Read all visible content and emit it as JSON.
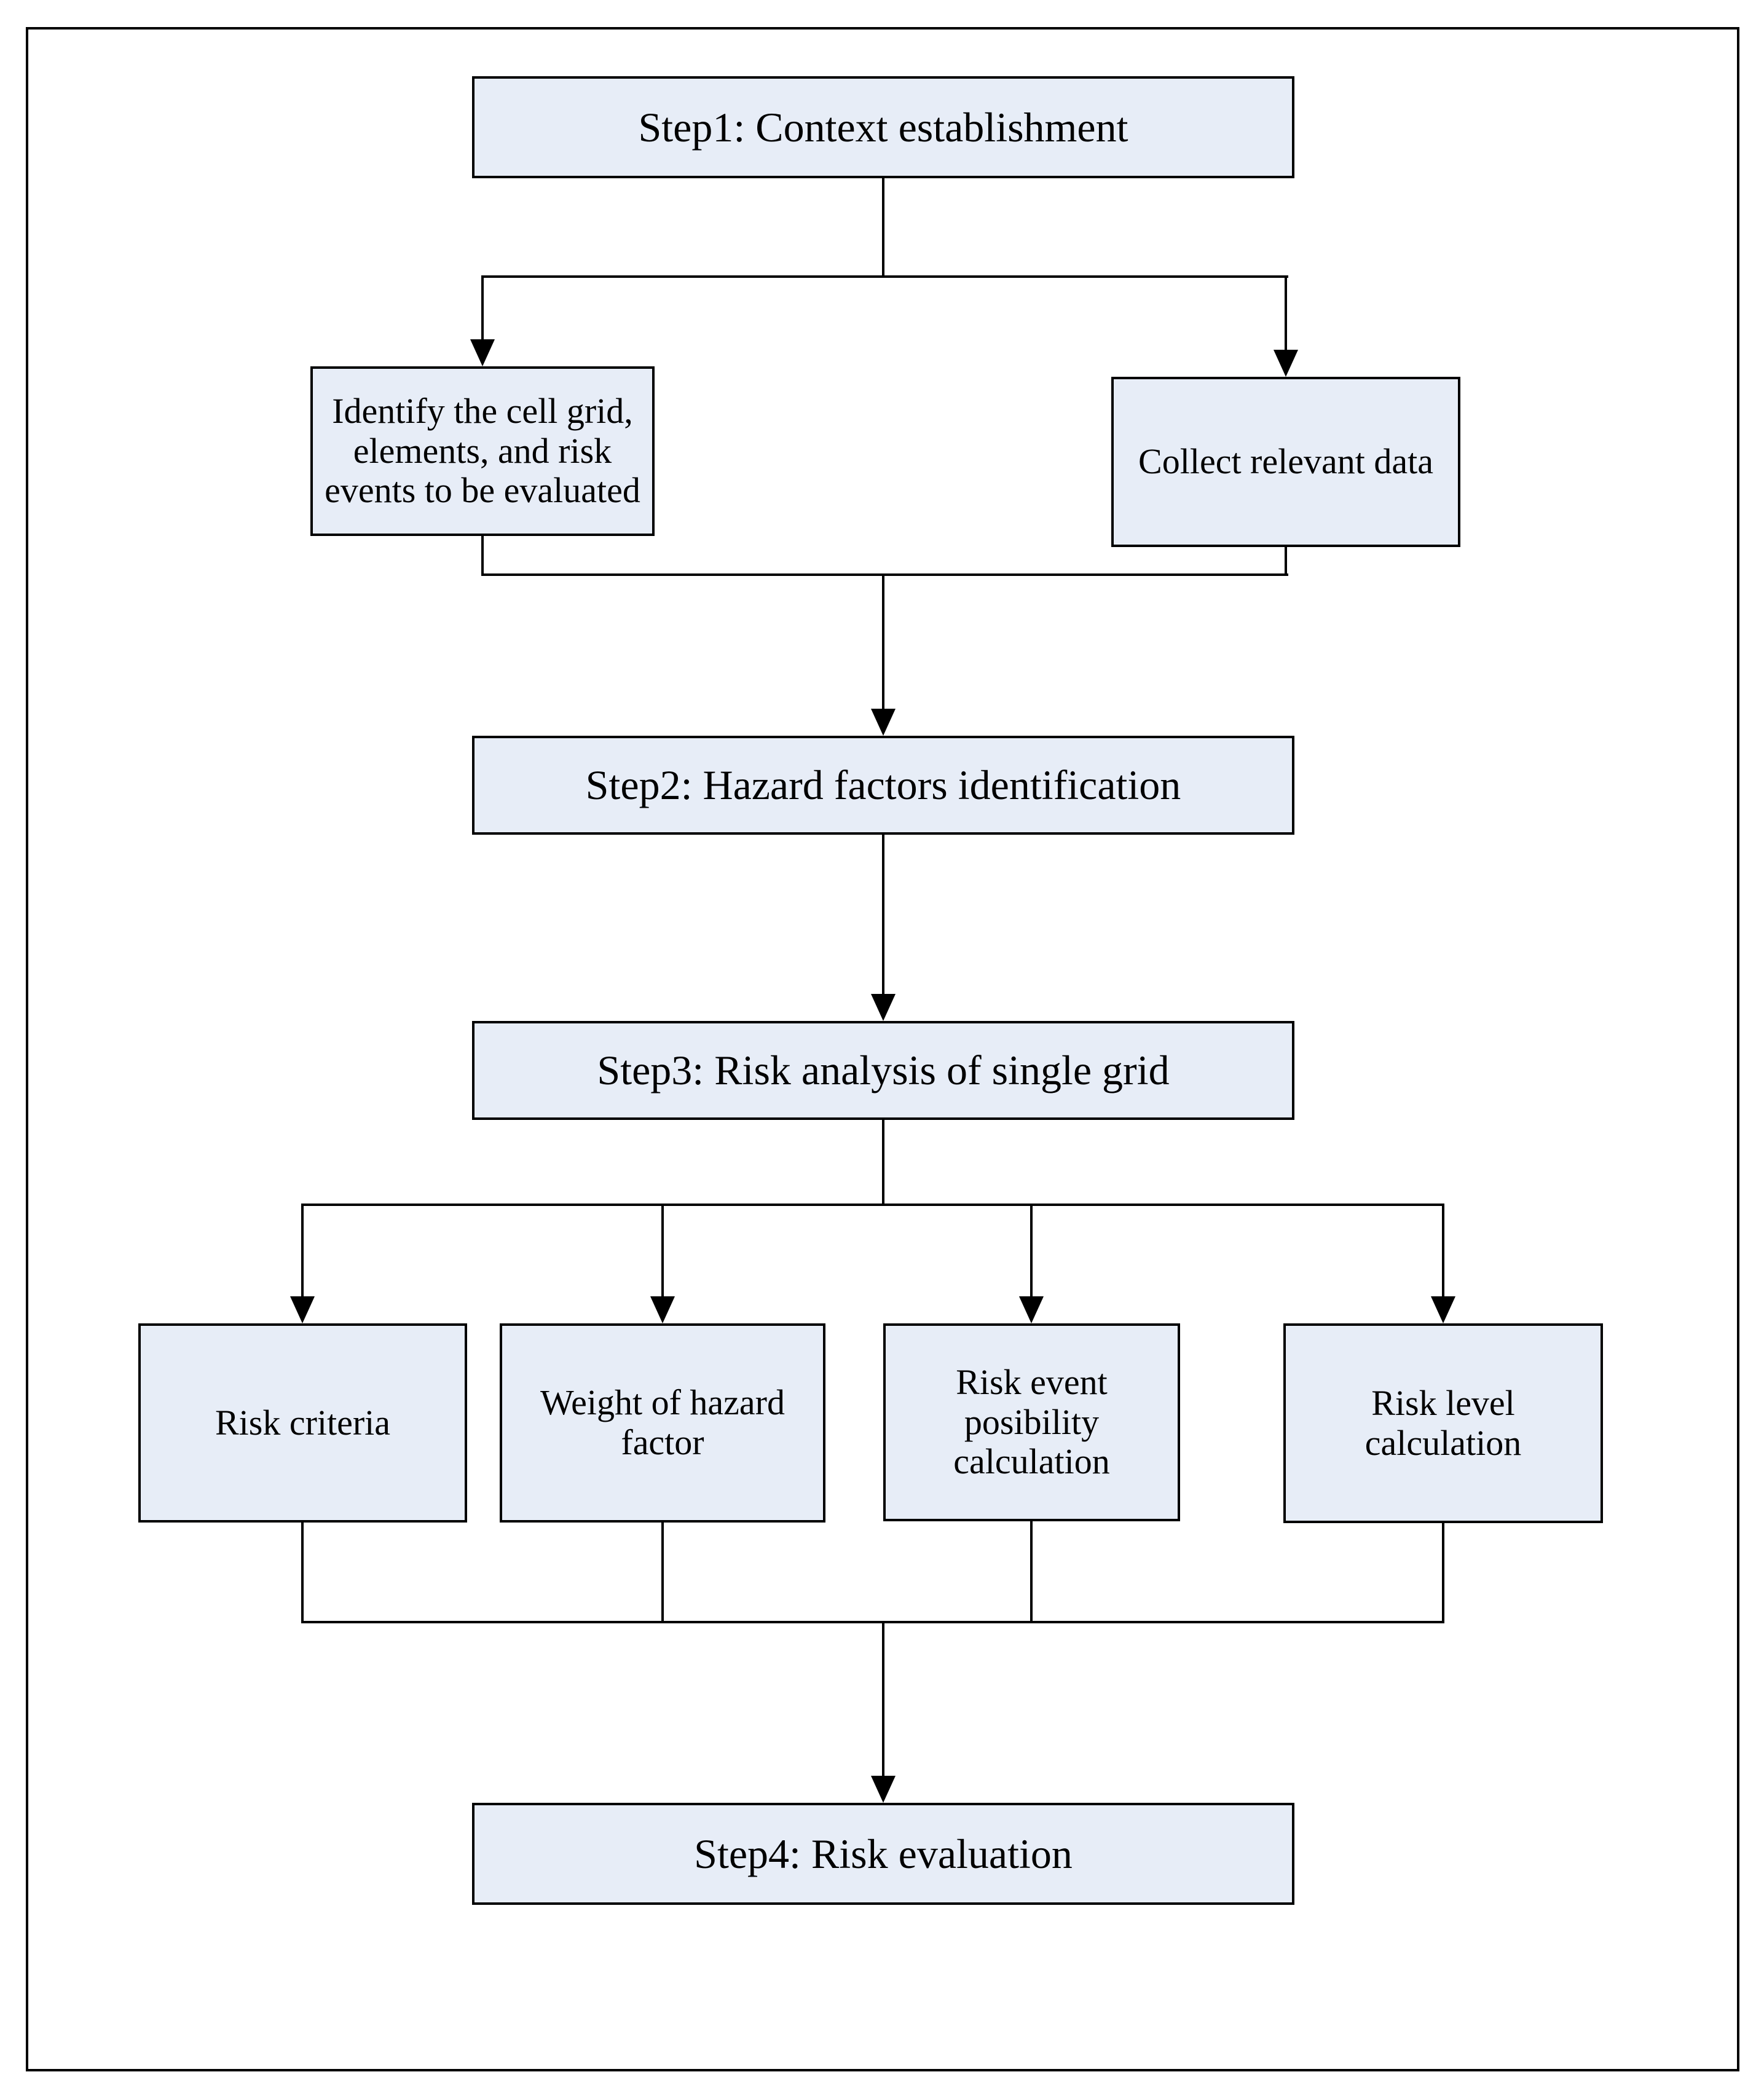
{
  "diagram": {
    "kind": "flowchart",
    "colors": {
      "box_fill": "#e7edf7",
      "box_border": "#000000",
      "connector": "#000000",
      "text": "#000000",
      "page_background": "#ffffff"
    },
    "nodes": {
      "step1": {
        "label": "Step1: Context establishment"
      },
      "identify": {
        "label": "Identify the cell grid, elements, and risk events to be evaluated"
      },
      "collect": {
        "label": "Collect relevant data"
      },
      "step2": {
        "label": "Step2: Hazard factors identification"
      },
      "step3": {
        "label": "Step3: Risk analysis of single grid"
      },
      "criteria": {
        "label": "Risk criteria"
      },
      "weight": {
        "label": "Weight of hazard factor"
      },
      "posibility": {
        "label": "Risk event posibility calculation"
      },
      "level": {
        "label": "Risk level calculation"
      },
      "step4": {
        "label": "Step4: Risk evaluation"
      }
    },
    "edges": [
      {
        "from": "step1",
        "to": "identify"
      },
      {
        "from": "step1",
        "to": "collect"
      },
      {
        "from": "identify",
        "to": "step2"
      },
      {
        "from": "collect",
        "to": "step2"
      },
      {
        "from": "step2",
        "to": "step3"
      },
      {
        "from": "step3",
        "to": "criteria"
      },
      {
        "from": "step3",
        "to": "weight"
      },
      {
        "from": "step3",
        "to": "posibility"
      },
      {
        "from": "step3",
        "to": "level"
      },
      {
        "from": "criteria",
        "to": "step4"
      },
      {
        "from": "weight",
        "to": "step4"
      },
      {
        "from": "posibility",
        "to": "step4"
      },
      {
        "from": "level",
        "to": "step4"
      }
    ]
  }
}
